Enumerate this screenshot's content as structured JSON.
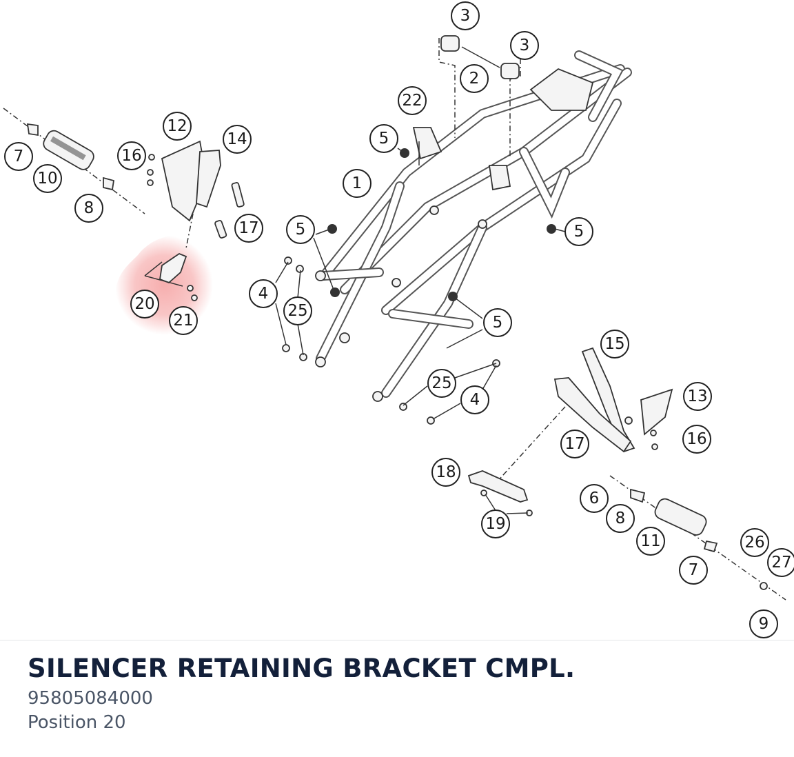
{
  "diagram": {
    "highlight_color": "#f5a0a0",
    "callouts": [
      {
        "label": "3"
      },
      {
        "label": "3"
      },
      {
        "label": "2"
      },
      {
        "label": "22"
      },
      {
        "label": "5"
      },
      {
        "label": "1"
      },
      {
        "label": "12"
      },
      {
        "label": "14"
      },
      {
        "label": "16"
      },
      {
        "label": "7"
      },
      {
        "label": "10"
      },
      {
        "label": "8"
      },
      {
        "label": "17"
      },
      {
        "label": "5"
      },
      {
        "label": "5"
      },
      {
        "label": "20"
      },
      {
        "label": "21"
      },
      {
        "label": "4"
      },
      {
        "label": "25"
      },
      {
        "label": "5"
      },
      {
        "label": "15"
      },
      {
        "label": "25"
      },
      {
        "label": "4"
      },
      {
        "label": "13"
      },
      {
        "label": "17"
      },
      {
        "label": "16"
      },
      {
        "label": "18"
      },
      {
        "label": "19"
      },
      {
        "label": "6"
      },
      {
        "label": "8"
      },
      {
        "label": "11"
      },
      {
        "label": "26"
      },
      {
        "label": "7"
      },
      {
        "label": "27"
      },
      {
        "label": "9"
      }
    ]
  },
  "part": {
    "name": "SILENCER RETAINING BRACKET CMPL.",
    "number": "95805084000",
    "position": "Position 20"
  }
}
